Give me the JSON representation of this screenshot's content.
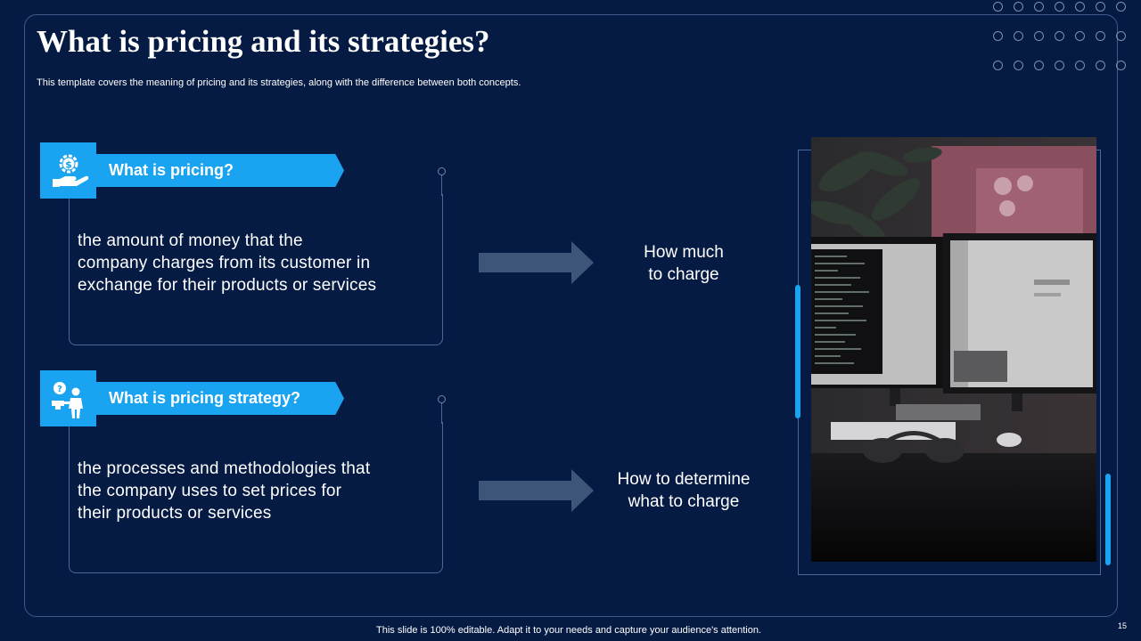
{
  "slide": {
    "title": "What is pricing and its strategies?",
    "subtitle": "This template covers the meaning of pricing and its strategies, along with the difference between both concepts.",
    "footer": "This slide is 100% editable. Adapt it to your needs and capture your audience's attention.",
    "page_number": "15"
  },
  "sections": [
    {
      "icon": "money-hand-icon",
      "heading": "What is pricing?",
      "body_lines": [
        "the amount of money that the",
        "company charges from its customer in",
        "exchange for their products or services"
      ],
      "result_lines": [
        "How much",
        " to charge"
      ]
    },
    {
      "icon": "strategy-person-icon",
      "heading": "What is pricing strategy?",
      "body_lines": [
        "the processes and methodologies that",
        "the company uses to set prices for",
        "their products or services"
      ],
      "result_lines": [
        "How to determine",
        "what to charge"
      ]
    }
  ],
  "colors": {
    "background": "#061b43",
    "accent": "#1aa3f0",
    "arrow": "#3d5578",
    "outline": "#4a6899"
  },
  "image": {
    "subject": "desk-with-monitors-photo"
  }
}
